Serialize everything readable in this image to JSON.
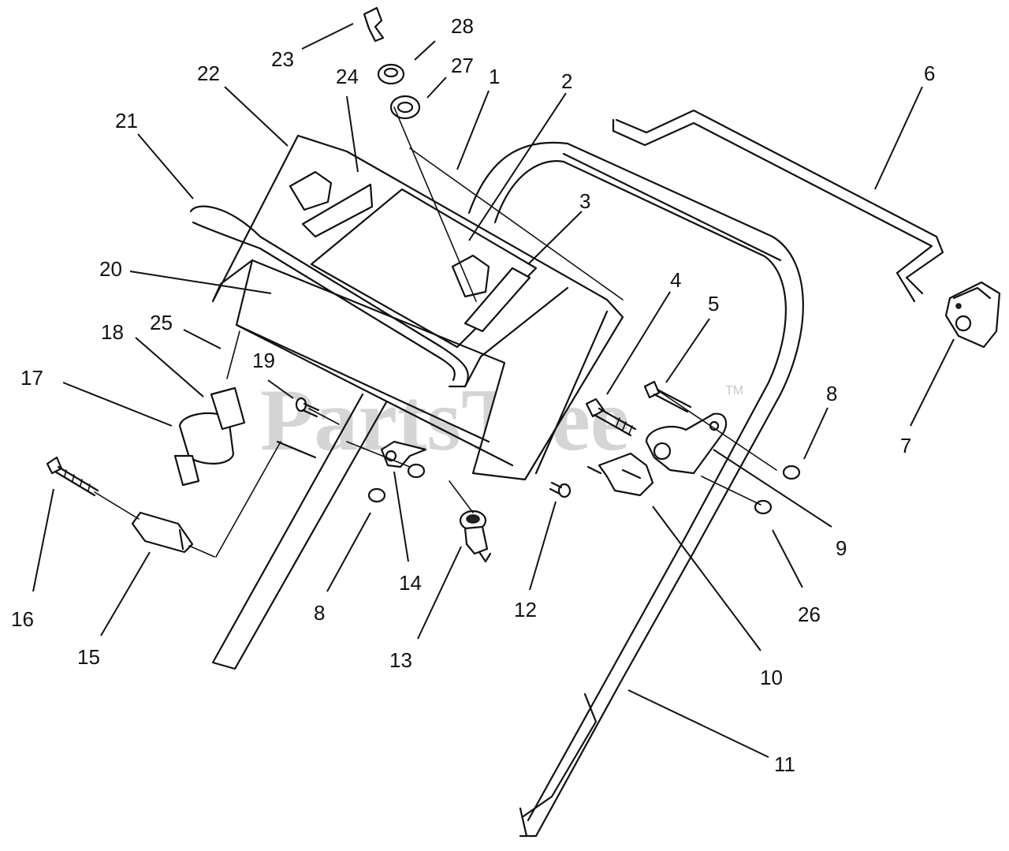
{
  "watermark": {
    "text": "PartsTree",
    "trademark": "TM"
  },
  "callouts": [
    {
      "id": "c1",
      "label": "1"
    },
    {
      "id": "c2",
      "label": "2"
    },
    {
      "id": "c3",
      "label": "3"
    },
    {
      "id": "c4",
      "label": "4"
    },
    {
      "id": "c5",
      "label": "5"
    },
    {
      "id": "c6",
      "label": "6"
    },
    {
      "id": "c7",
      "label": "7"
    },
    {
      "id": "c8a",
      "label": "8"
    },
    {
      "id": "c8b",
      "label": "8"
    },
    {
      "id": "c9",
      "label": "9"
    },
    {
      "id": "c10",
      "label": "10"
    },
    {
      "id": "c11",
      "label": "11"
    },
    {
      "id": "c12",
      "label": "12"
    },
    {
      "id": "c13",
      "label": "13"
    },
    {
      "id": "c14",
      "label": "14"
    },
    {
      "id": "c15",
      "label": "15"
    },
    {
      "id": "c16",
      "label": "16"
    },
    {
      "id": "c17",
      "label": "17"
    },
    {
      "id": "c18",
      "label": "18"
    },
    {
      "id": "c19",
      "label": "19"
    },
    {
      "id": "c20",
      "label": "20"
    },
    {
      "id": "c21",
      "label": "21"
    },
    {
      "id": "c22",
      "label": "22"
    },
    {
      "id": "c23",
      "label": "23"
    },
    {
      "id": "c24",
      "label": "24"
    },
    {
      "id": "c25",
      "label": "25"
    },
    {
      "id": "c26",
      "label": "26"
    },
    {
      "id": "c27",
      "label": "27"
    },
    {
      "id": "c28",
      "label": "28"
    }
  ]
}
